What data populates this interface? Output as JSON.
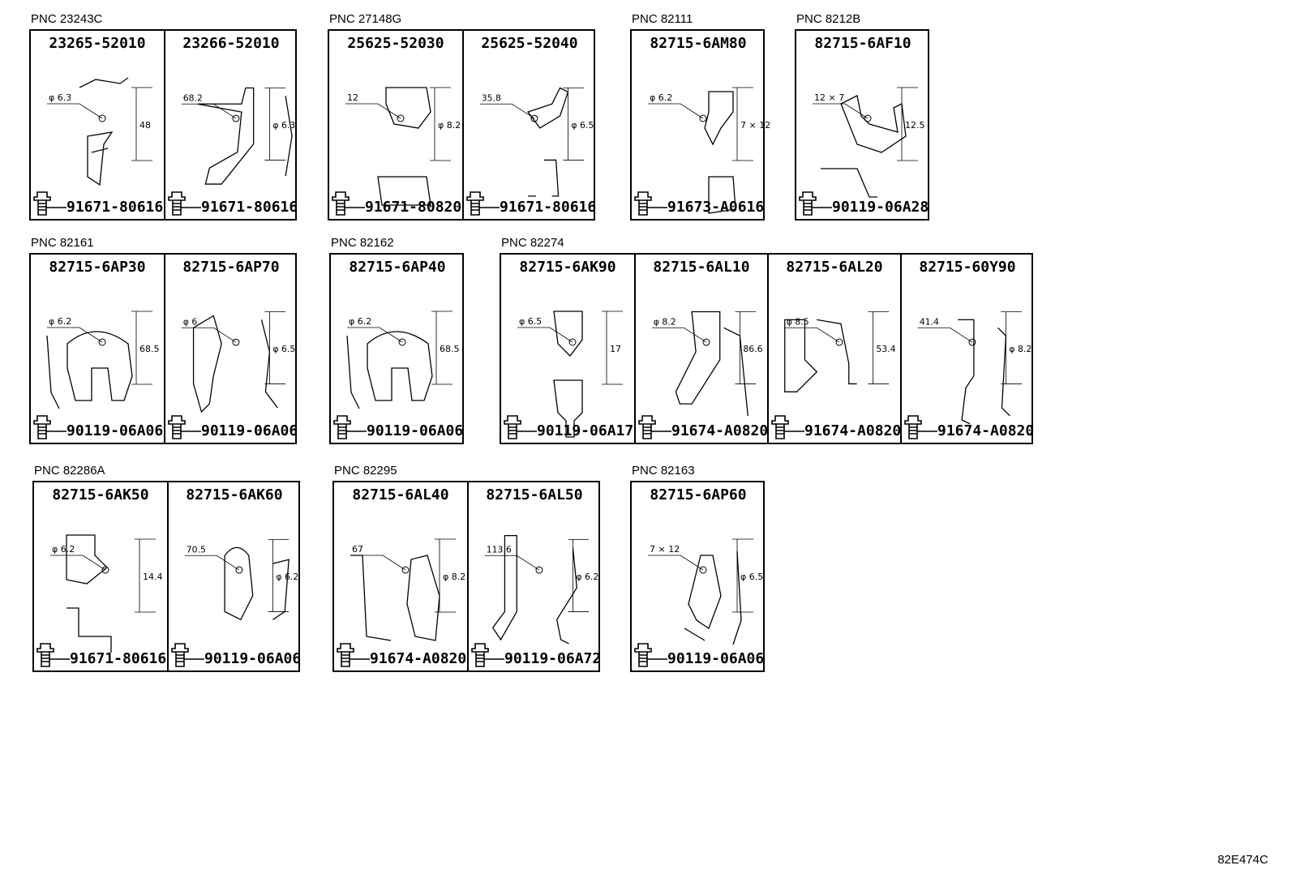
{
  "groups": [
    {
      "pnc": "PNC 23243C",
      "cells": [
        {
          "part": "23265-52010",
          "bolt": "91671-80616",
          "dims": [
            "φ 6.3",
            "48"
          ]
        },
        {
          "part": "23266-52010",
          "bolt": "91671-80616",
          "dims": [
            "68.2",
            "φ 6.3"
          ]
        }
      ]
    },
    {
      "pnc": "PNC 27148G",
      "cells": [
        {
          "part": "25625-52030",
          "bolt": "91671-80820",
          "dims": [
            "12",
            "φ 8.2"
          ]
        },
        {
          "part": "25625-52040",
          "bolt": "91671-80616",
          "dims": [
            "35.8",
            "φ 6.5"
          ]
        }
      ]
    },
    {
      "pnc": "PNC 82111",
      "cells": [
        {
          "part": "82715-6AM80",
          "bolt": "91673-A0616",
          "dims": [
            "φ 6.2",
            "7 × 12"
          ]
        }
      ]
    },
    {
      "pnc": "PNC 8212B",
      "cells": [
        {
          "part": "82715-6AF10",
          "bolt": "90119-06A28",
          "dims": [
            "12 × 7",
            "12.5"
          ]
        }
      ]
    },
    {
      "pnc": "PNC 82161",
      "cells": [
        {
          "part": "82715-6AP30",
          "bolt": "90119-06A06",
          "dims": [
            "φ 6.2",
            "68.5"
          ]
        },
        {
          "part": "82715-6AP70",
          "bolt": "90119-06A06",
          "dims": [
            "φ 6",
            "φ 6.5"
          ]
        }
      ]
    },
    {
      "pnc": "PNC 82162",
      "cells": [
        {
          "part": "82715-6AP40",
          "bolt": "90119-06A06",
          "dims": [
            "φ 6.2",
            "68.5"
          ]
        }
      ]
    },
    {
      "pnc": "PNC 82274",
      "cells": [
        {
          "part": "82715-6AK90",
          "bolt": "90119-06A17",
          "dims": [
            "φ 6.5",
            "17"
          ]
        },
        {
          "part": "82715-6AL10",
          "bolt": "91674-A0820",
          "dims": [
            "φ 8.2",
            "86.6"
          ]
        },
        {
          "part": "82715-6AL20",
          "bolt": "91674-A0820",
          "dims": [
            "φ 8.5",
            "53.4"
          ]
        },
        {
          "part": "82715-60Y90",
          "bolt": "91674-A0820",
          "dims": [
            "41.4",
            "φ 8.2"
          ]
        }
      ]
    },
    {
      "pnc": "PNC 82286A",
      "cells": [
        {
          "part": "82715-6AK50",
          "bolt": "91671-80616",
          "dims": [
            "φ 6.2",
            "14.4"
          ]
        },
        {
          "part": "82715-6AK60",
          "bolt": "90119-06A06",
          "dims": [
            "70.5",
            "φ 6.2"
          ]
        }
      ]
    },
    {
      "pnc": "PNC 82295",
      "cells": [
        {
          "part": "82715-6AL40",
          "bolt": "91674-A0820",
          "dims": [
            "67",
            "φ 8.2"
          ]
        },
        {
          "part": "82715-6AL50",
          "bolt": "90119-06A72",
          "dims": [
            "113.6",
            "φ 6.2"
          ]
        }
      ]
    },
    {
      "pnc": "PNC 82163",
      "cells": [
        {
          "part": "82715-6AP60",
          "bolt": "90119-06A06",
          "dims": [
            "7 × 12",
            "φ 6.5"
          ]
        }
      ]
    }
  ],
  "footer": "82E474C"
}
